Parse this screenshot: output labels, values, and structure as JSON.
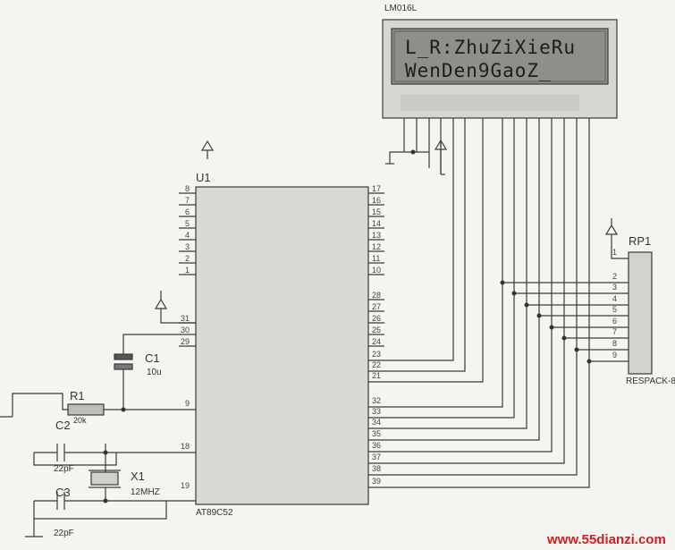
{
  "lcd": {
    "part": "LM016L",
    "line1": "L_R:ZhuZiXieRu",
    "line2": "WenDen9GaoZ_"
  },
  "mcu": {
    "ref": "U1",
    "part": "AT89C52",
    "left_pins": [
      "8",
      "7",
      "6",
      "5",
      "4",
      "3",
      "2",
      "1",
      "31",
      "30",
      "29",
      "9",
      "18",
      "19"
    ],
    "right_pins": [
      "17",
      "16",
      "15",
      "14",
      "13",
      "12",
      "11",
      "10",
      "28",
      "27",
      "26",
      "25",
      "24",
      "23",
      "22",
      "21",
      "32",
      "33",
      "34",
      "35",
      "36",
      "37",
      "38",
      "39"
    ]
  },
  "rpack": {
    "ref": "RP1",
    "part": "RESPACK-8",
    "pins": [
      "1",
      "2",
      "3",
      "4",
      "5",
      "6",
      "7",
      "8",
      "9"
    ]
  },
  "components": {
    "c1_ref": "C1",
    "c1_val": "10u",
    "r1_ref": "R1",
    "r1_val": "20k",
    "c2_ref": "C2",
    "c2_val": "22pF",
    "c3_ref": "C3",
    "c3_val": "22pF",
    "x1_ref": "X1",
    "x1_val": "12MHZ"
  },
  "watermark": "www.55dianzi.com"
}
